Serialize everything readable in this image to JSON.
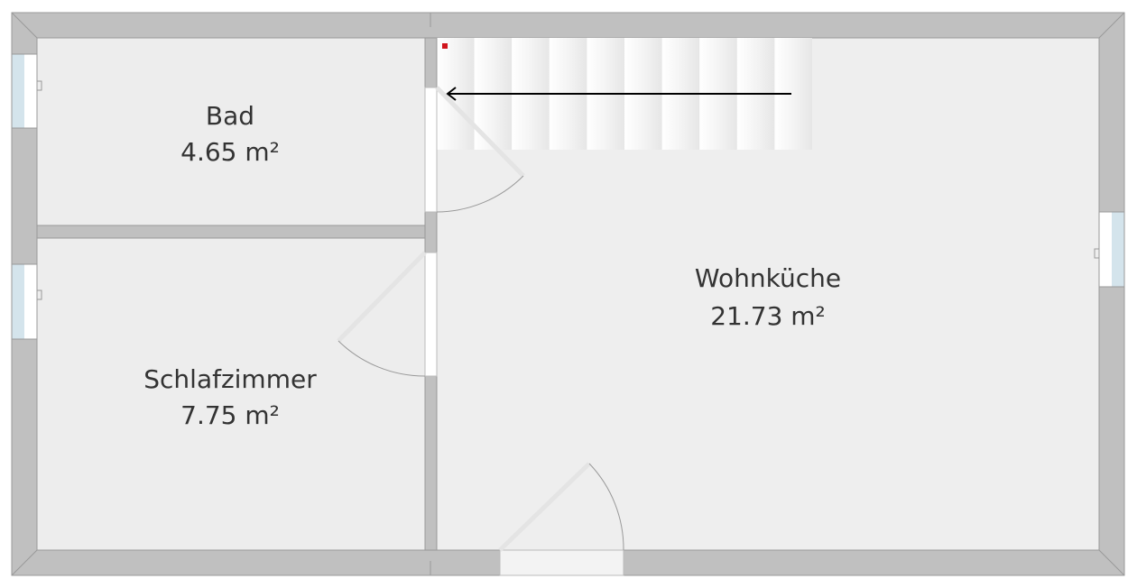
{
  "rooms": [
    {
      "name": "Bad",
      "area": "4.65 m²"
    },
    {
      "name": "Schlafzimmer",
      "area": "7.75 m²"
    },
    {
      "name": "Wohnküche",
      "area": "21.73 m²"
    }
  ],
  "colors": {
    "wall": "#c0c0c0",
    "floor": "#eeeeee",
    "window": "#d4e4ec",
    "marker": "#d0141c"
  }
}
